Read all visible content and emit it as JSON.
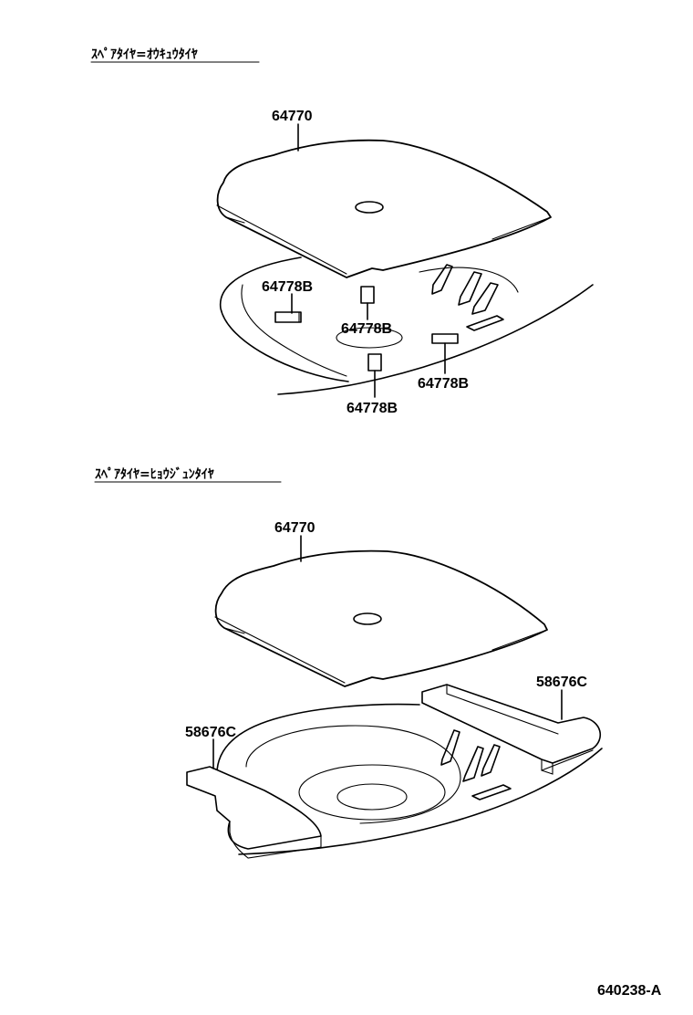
{
  "sections": [
    {
      "title": "ｽﾍﾟｱﾀｲﾔ=ｵｳｷｭｳﾀｲﾔ",
      "parts": {
        "board": "64770",
        "clip_left": "64778B",
        "clip_center": "64778B",
        "clip_right": "64778B",
        "clip_bottom": "64778B"
      }
    },
    {
      "title": "ｽﾍﾟｱﾀｲﾔ=ﾋｮｳｼﾞｭﾝﾀｲﾔ",
      "parts": {
        "board": "64770",
        "pad_right": "58676C",
        "pad_left": "58676C"
      }
    }
  ],
  "figure_id": "640238-A"
}
